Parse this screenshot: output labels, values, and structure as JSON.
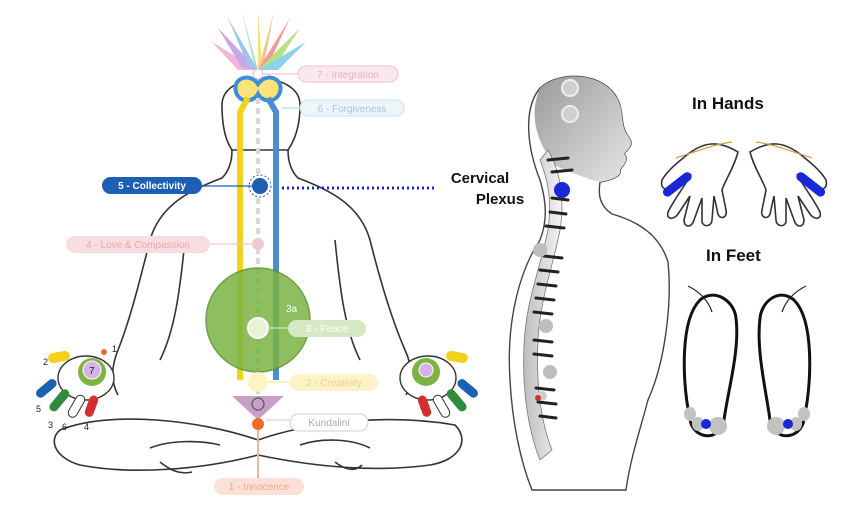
{
  "chakras": {
    "integration": "7 - Integration",
    "forgiveness": "6 - Forgiveness",
    "collectivity": "5 - Collectivity",
    "love": "4 - Love & Compassion",
    "peace": "3 - Peace",
    "creativity": "2 - Creativity",
    "kundalini": "Kundalini",
    "innocence": "1 - Innocence",
    "void": "3a"
  },
  "hand_numbers": {
    "n1": "1",
    "n2": "2",
    "n3": "3",
    "n4": "4",
    "n5": "5",
    "n6": "6",
    "n7": "7"
  },
  "plexus": {
    "line1": "Cervical",
    "line2": "Plexus"
  },
  "headings": {
    "hands": "In Hands",
    "feet": "In Feet"
  },
  "colors": {
    "collectivity": "#1d5fb3",
    "highlight_dot": "#1a27d6",
    "left_channel": "#f2d21b",
    "right_channel": "#4a8ed0",
    "void": "#7cb342"
  }
}
